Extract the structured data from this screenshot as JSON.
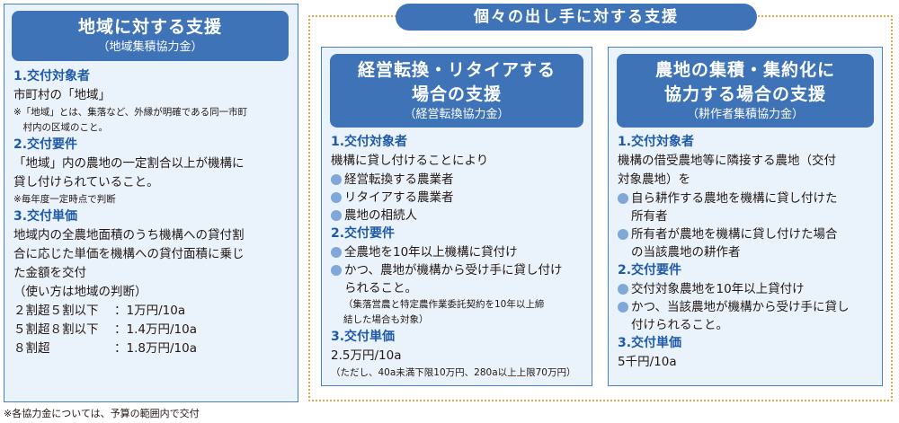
{
  "regional": {
    "title": "地域に対する支援",
    "subtitle": "（地域集積協力金）",
    "target_head": "1.交付対象者",
    "target_lines": [
      "市町村の「地域」"
    ],
    "target_notes": [
      "※「地域」とは、集落など、外縁が明確である同一市町",
      "　村内の区域のこと。"
    ],
    "req_head": "2.交付要件",
    "req_lines": [
      "「地域」内の農地の一定割合以上が機構に",
      "貸し付けられていること。"
    ],
    "req_note": "※毎年度一定時点で判断",
    "price_head": "3.交付単価",
    "price_lines": [
      "地域内の全農地面積のうち機構への貸付割",
      "合に応じた単価を機構への貸付面積に乗じ",
      "た金額を交付",
      "（使い方は地域の判断）"
    ],
    "price_table": [
      {
        "range": "２割超５割以下",
        "value": "：1万円/10a"
      },
      {
        "range": "５割超８割以下",
        "value": "：1.4万円/10a"
      },
      {
        "range": "８割超",
        "value": "：1.8万円/10a"
      }
    ]
  },
  "individual_header": "個々の出し手に対する支援",
  "conversion": {
    "title_lines": [
      "経営転換・リタイアする",
      "場合の支援"
    ],
    "subtitle": "（経営転換協力金）",
    "target_head": "1.交付対象者",
    "target_intro": "機構に貸し付けることにより",
    "target_bullets": [
      [
        "経営転換する農業者"
      ],
      [
        "リタイアする農業者"
      ],
      [
        "農地の相続人"
      ]
    ],
    "req_head": "2.交付要件",
    "req_bullets": [
      [
        "全農地を10年以上機構に貸付け"
      ],
      [
        "かつ、農地が機構から受け手に貸し付け",
        "られること。"
      ]
    ],
    "req_notes": [
      "（集落営農と特定農作業委託契約を10年以上締",
      "結した場合も対象）"
    ],
    "price_head": "3.交付単価",
    "price_value": "2.5万円/10a",
    "price_note": "（ただし、40a未満下限10万円、280a以上上限70万円）"
  },
  "consolidation": {
    "title_lines": [
      "農地の集積・集約化に",
      "協力する場合の支援"
    ],
    "subtitle": "（耕作者集積協力金）",
    "target_head": "1.交付対象者",
    "target_intro_lines": [
      "機構の借受農地等に隣接する農地（交付",
      "対象農地）を"
    ],
    "target_bullets": [
      [
        "自ら耕作する農地を機構に貸し付けた",
        "所有者"
      ],
      [
        "所有者が農地を機構に貸し付けた場合",
        "の当該農地の耕作者"
      ]
    ],
    "req_head": "2.交付要件",
    "req_bullets": [
      [
        "交付対象農地を10年以上貸付け"
      ],
      [
        "かつ、当該農地が機構から受け手に貸し",
        "付けられること。"
      ]
    ],
    "price_head": "3.交付単価",
    "price_value": "5千円/10a"
  },
  "footnote": "※各協力金については、予算の範囲内で交付"
}
